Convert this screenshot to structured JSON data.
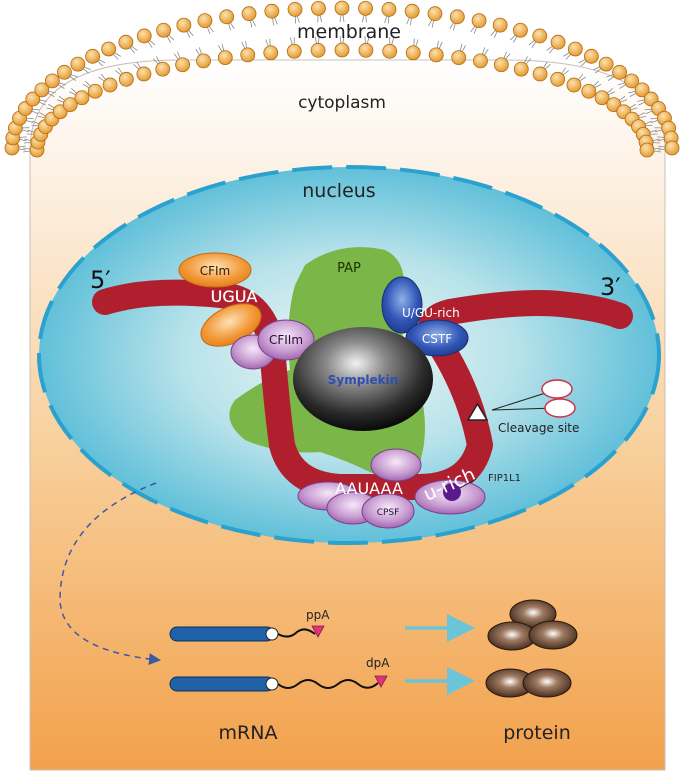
{
  "labels": {
    "membrane": "membrane",
    "cytoplasm": "cytoplasm",
    "nucleus": "nucleus",
    "five_prime": "5′",
    "three_prime": "3′",
    "cfim": "CFIm",
    "ugua": "UGUA",
    "pap": "PAP",
    "ugu_rich": "U/GU-rich",
    "cstf": "CSTF",
    "cfiim": "CFIIm",
    "symplekin": "Symplekin",
    "cleavage_site": "Cleavage site",
    "aauaaa": "AAUAAA",
    "u_rich": "u-rich",
    "fip1l1": "FIP1L1",
    "cpsf": "CPSF",
    "ppa": "ppA",
    "dpa": "dpA",
    "mrna": "mRNA",
    "protein": "protein"
  },
  "colors": {
    "lipid_head": "#e8a23a",
    "rna_strand": "#b01f2e",
    "nucleus_fill": "#5ec3dd",
    "pap_green": "#7ab648",
    "cstf_blue": "#2f4fa8",
    "cfim_orange": "#ef8c23",
    "cpsf_purple": "#b77fc0",
    "mrna_blue": "#1f62a7",
    "arrow_cyan": "#6cc4d8",
    "protein_brown": "#4a2f1f"
  }
}
